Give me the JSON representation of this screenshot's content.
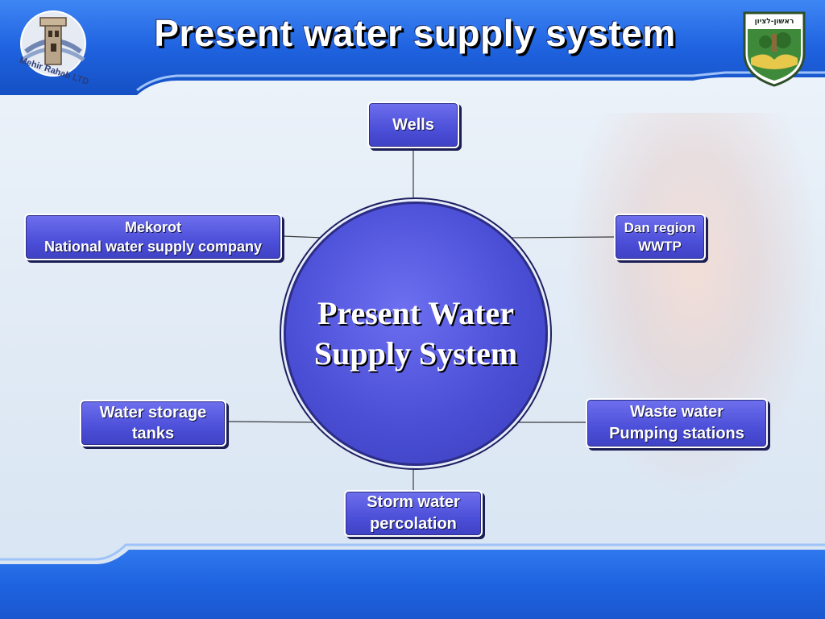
{
  "slide": {
    "title": "Present water supply system"
  },
  "logos": {
    "left_caption": "Mehir Rahab LTD",
    "right_caption": "ראשון-לציון"
  },
  "diagram": {
    "center": {
      "line1": "Present Water",
      "line2": "Supply System"
    },
    "nodes": {
      "wells": {
        "line1": "Wells"
      },
      "mekorot": {
        "line1": "Mekorot",
        "line2": "National water supply company"
      },
      "dan_region": {
        "line1": "Dan region",
        "line2": "WWTP"
      },
      "storage": {
        "line1": "Water storage",
        "line2": "tanks"
      },
      "waste": {
        "line1": "Waste water",
        "line2": "Pumping stations"
      },
      "storm": {
        "line1": "Storm water",
        "line2": "percolation"
      }
    }
  },
  "colors": {
    "node_fill": "#4c4fd8",
    "band_blue": "#1f63e0",
    "title_text": "#ffffff"
  }
}
